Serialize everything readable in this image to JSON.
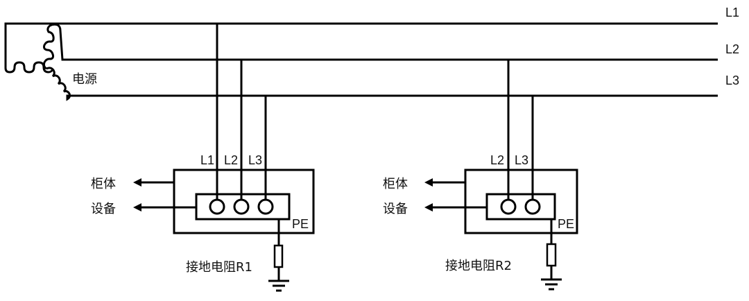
{
  "diagram": {
    "type": "circuit",
    "title": "TT system grounding diagram",
    "source": {
      "label": "电源",
      "connection": "star (Y)"
    },
    "bus_lines": [
      {
        "id": "L1",
        "label": "L1"
      },
      {
        "id": "L2",
        "label": "L2"
      },
      {
        "id": "L3",
        "label": "L3"
      }
    ],
    "loads": [
      {
        "id": "load-1",
        "phases": [
          "L1",
          "L2",
          "L3"
        ],
        "phase_labels": [
          "L1",
          "L2",
          "L3"
        ],
        "cabinet_label": "柜体",
        "equipment_label": "设备",
        "pe_label": "PE",
        "resistor_label": "接地电阻R1"
      },
      {
        "id": "load-2",
        "phases": [
          "L2",
          "L3"
        ],
        "phase_labels": [
          "L2",
          "L3"
        ],
        "cabinet_label": "柜体",
        "equipment_label": "设备",
        "pe_label": "PE",
        "resistor_label": "接地电阻R2"
      }
    ]
  }
}
